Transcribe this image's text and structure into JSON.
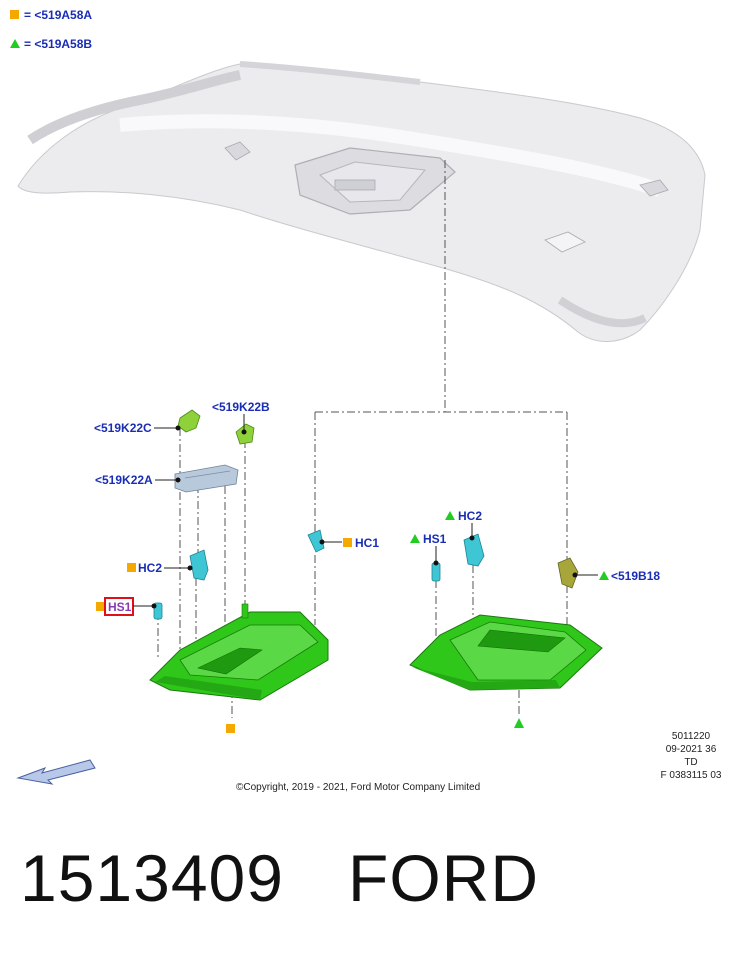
{
  "legend": [
    {
      "symbol": "square",
      "color": "#f5a800",
      "text": "= <519A58A"
    },
    {
      "symbol": "triangle",
      "color": "#22cc22",
      "text": "= <519A58B"
    }
  ],
  "callouts": {
    "k22c": "<519K22C",
    "k22b": "<519K22B",
    "k22a": "<519K22A",
    "hc2_left": "HC2",
    "hs1_left": "HS1",
    "hc1": "HC1",
    "hc2_right": "HC2",
    "hs1_right": "HS1",
    "b18": "<519B18"
  },
  "colors": {
    "callout_text": "#1a2db5",
    "highlight_box": "#e0101a",
    "highlight_text": "#8a3bb0",
    "square_marker": "#f5a800",
    "triangle_marker": "#22cc22",
    "console_green": "#2fc81a",
    "clip_cyan": "#3fc6d4"
  },
  "ref_block": {
    "line1": "5011220",
    "line2": "09-2021 36",
    "line3": "TD",
    "line4": "F 0383115 03"
  },
  "copyright": "©Copyright, 2019 - 2021, Ford Motor Company Limited",
  "footer": {
    "part_number": "1513409",
    "brand": "FORD"
  }
}
